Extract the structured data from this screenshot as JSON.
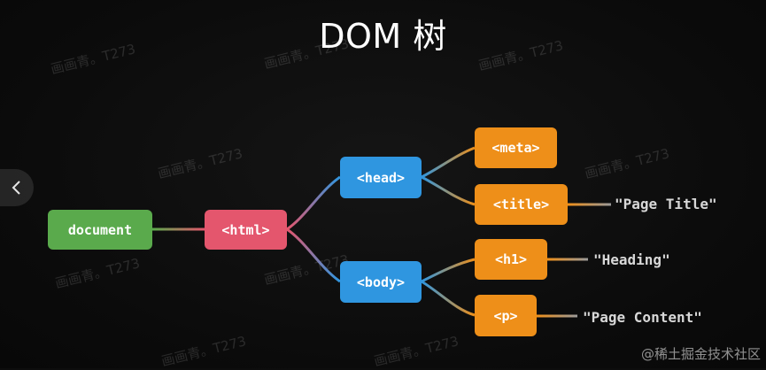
{
  "title": "DOM 树",
  "nodes": {
    "document": "document",
    "html": "<html>",
    "head": "<head>",
    "body": "<body>",
    "meta": "<meta>",
    "title_tag": "<title>",
    "h1": "<h1>",
    "p": "<p>"
  },
  "text_nodes": {
    "page_title": "\"Page Title\"",
    "heading": "\"Heading\"",
    "page_content": "\"Page Content\""
  },
  "watermark_text": "画画青。T273",
  "credit": "@稀土掘金技术社区",
  "colors": {
    "document": "#5aaa4c",
    "html": "#e4566d",
    "head_body": "#2f96e0",
    "leaves": "#ee8f19",
    "background": "#0d0d0d"
  },
  "icons": {
    "back": "chevron-left-icon"
  }
}
